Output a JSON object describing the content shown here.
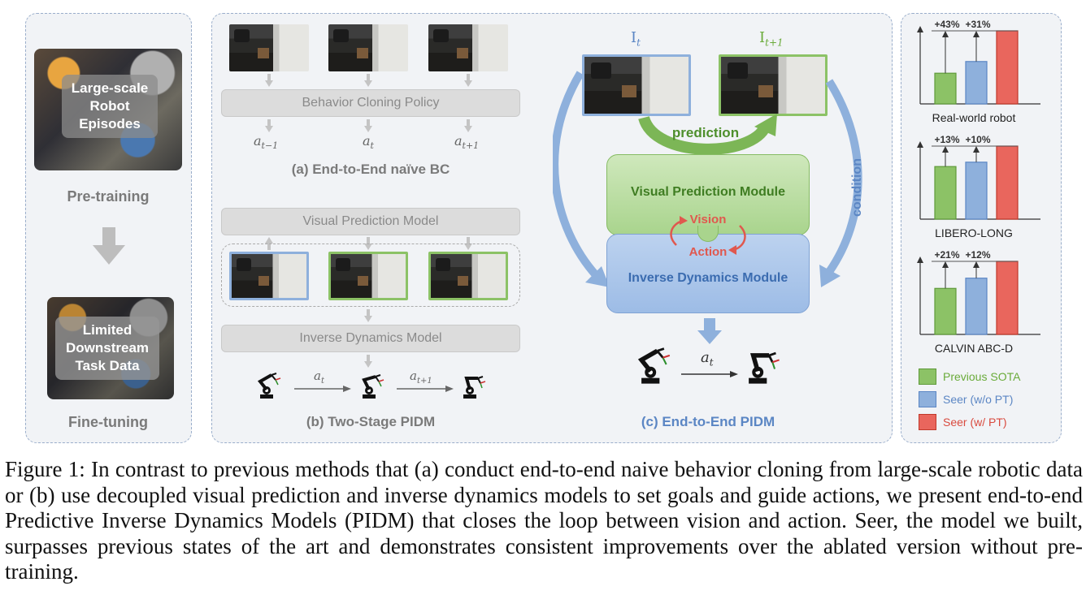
{
  "left_panel": {
    "top_box": [
      "Large-scale",
      "Robot",
      "Episodes"
    ],
    "pretraining_label": "Pre-training",
    "bottom_box": [
      "Limited",
      "Downstream",
      "Task Data"
    ],
    "finetuning_label": "Fine-tuning"
  },
  "panel_a": {
    "policy_label": "Behavior Cloning Policy",
    "actions": [
      "a_{t−1}",
      "a_t",
      "a_{t+1}"
    ],
    "actions_display": [
      "at−1",
      "at",
      "at+1"
    ],
    "title": "(a) End-to-End naïve BC"
  },
  "panel_b": {
    "vp_model": "Visual Prediction Model",
    "id_model": "Inverse Dynamics Model",
    "action_labels": [
      "at",
      "at+1"
    ],
    "title": "(b) Two-Stage PIDM"
  },
  "panel_c": {
    "frame_labels": [
      "It",
      "It+1"
    ],
    "prediction_label": "prediction",
    "condition_label": "condition",
    "vision_label": "Vision",
    "action_label": "Action",
    "vp_module": "Visual Prediction Module",
    "id_module": "Inverse Dynamics Module",
    "action_between": "at",
    "title": "(c) End-to-End PIDM"
  },
  "chart_data": [
    {
      "type": "bar",
      "title": "Real-world robot",
      "categories": [
        "Previous SOTA",
        "Seer (w/o PT)",
        "Seer (w/ PT)"
      ],
      "values": [
        0.42,
        0.58,
        1.0
      ],
      "annotations": [
        "+43%",
        "+31%"
      ]
    },
    {
      "type": "bar",
      "title": "LIBERO-LONG",
      "categories": [
        "Previous SOTA",
        "Seer (w/o PT)",
        "Seer (w/ PT)"
      ],
      "values": [
        0.72,
        0.78,
        1.0
      ],
      "annotations": [
        "+13%",
        "+10%"
      ]
    },
    {
      "type": "bar",
      "title": "CALVIN ABC-D",
      "categories": [
        "Previous SOTA",
        "Seer (w/o PT)",
        "Seer (w/ PT)"
      ],
      "values": [
        0.63,
        0.77,
        1.0
      ],
      "annotations": [
        "+21%",
        "+12%"
      ]
    }
  ],
  "legend": [
    {
      "label": "Previous SOTA",
      "color": "#8cc266",
      "text_color": "#6aab3a"
    },
    {
      "label": "Seer (w/o PT)",
      "color": "#8eb0dc",
      "text_color": "#5b86c4"
    },
    {
      "label": "Seer (w/ PT)",
      "color": "#e9665d",
      "text_color": "#d94a3e"
    }
  ],
  "caption": "Figure 1: In contrast to previous methods that (a) conduct end-to-end naive behavior cloning from large-scale robotic data or (b) use decoupled visual prediction and inverse dynamics models to set goals and guide actions, we present end-to-end Predictive Inverse Dynamics Models (PIDM) that closes the loop between vision and action. Seer, the model we built, surpasses previous states of the art and demonstrates consistent improvements over the ablated version without pre-training."
}
